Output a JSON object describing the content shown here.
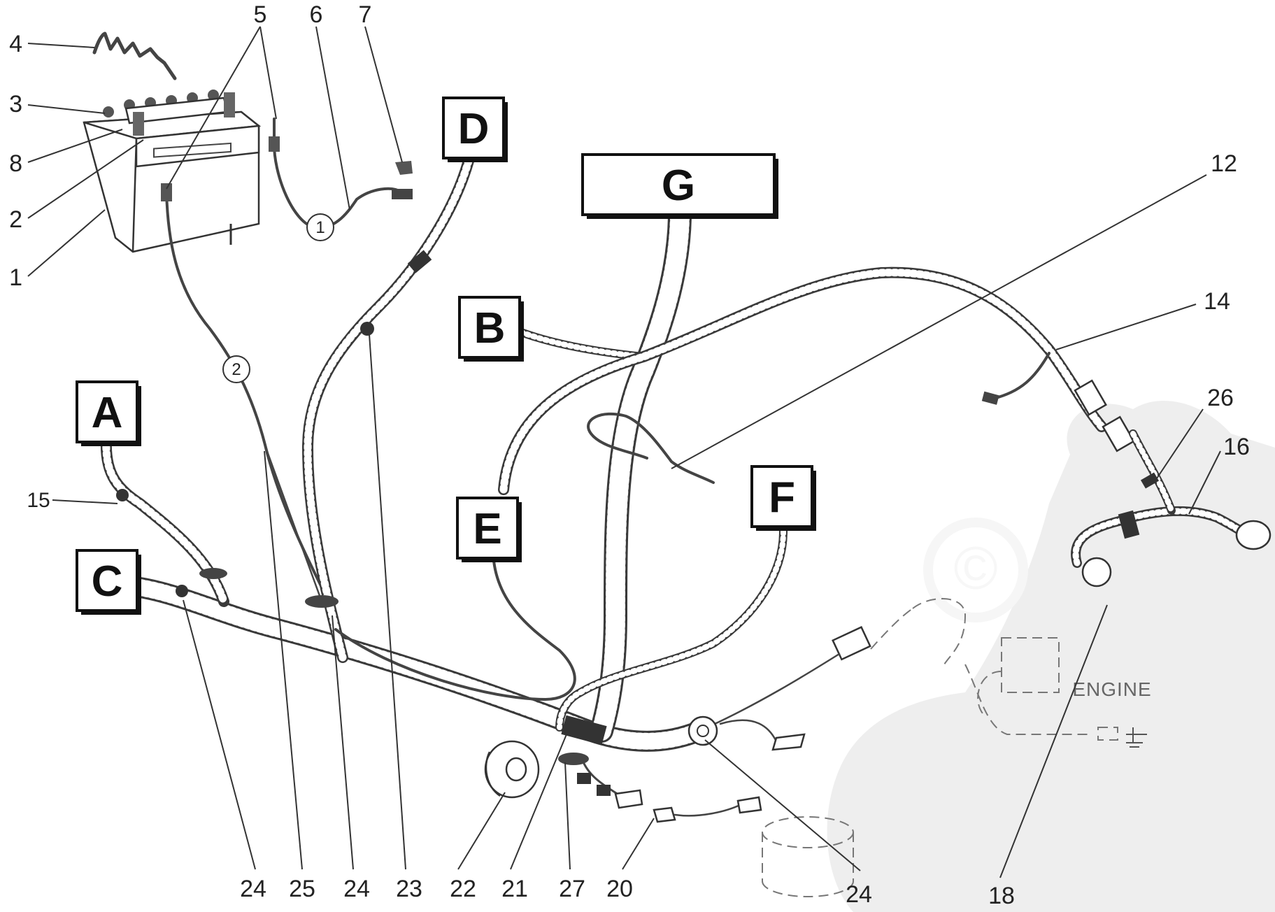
{
  "diagram": {
    "box_labels": [
      "A",
      "B",
      "C",
      "D",
      "E",
      "F",
      "G"
    ],
    "circled_labels": [
      "1",
      "2"
    ],
    "engine_label": "ENGINE",
    "part_numbers": {
      "p1": "1",
      "p2": "2",
      "p3": "3",
      "p4": "4",
      "p5": "5",
      "p6": "6",
      "p7": "7",
      "p8": "8",
      "p12": "12",
      "p14": "14",
      "p15": "15",
      "p16": "16",
      "p18": "18",
      "p20": "20",
      "p21": "21",
      "p22": "22",
      "p23": "23",
      "p24a": "24",
      "p24b": "24",
      "p24c": "24",
      "p25": "25",
      "p26": "26",
      "p27": "27"
    },
    "watermark_symbol": "©"
  }
}
